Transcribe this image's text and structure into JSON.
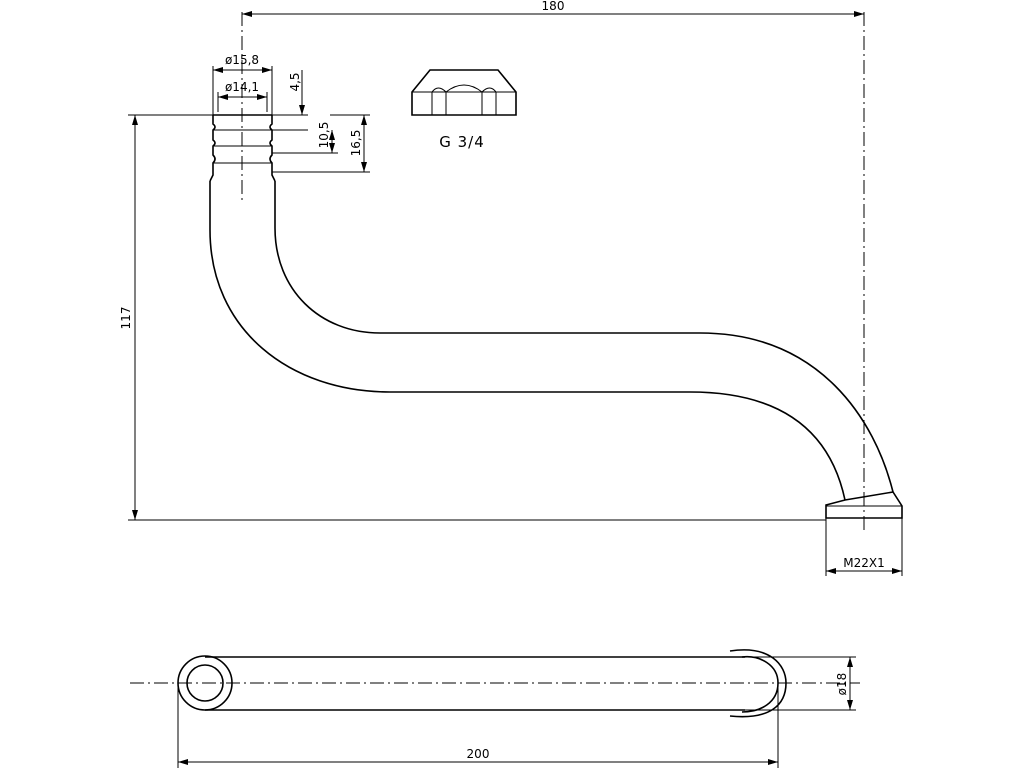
{
  "dimensions": {
    "total_width": "180",
    "height": "117",
    "outer_diameter": "ø15,8",
    "inner_diameter": "ø14,1",
    "groove_offset": "4,5",
    "groove_spacing": "10,5",
    "groove_total": "16,5",
    "outlet_thread": "M22X1",
    "tube_diameter": "ø18",
    "total_length": "200"
  },
  "nut": {
    "thread_label": "G 3/4"
  }
}
